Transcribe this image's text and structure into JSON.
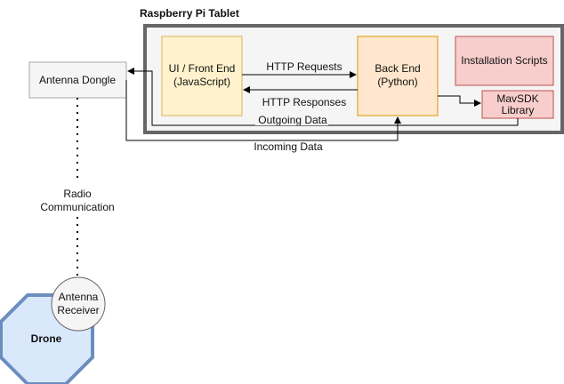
{
  "container": {
    "title": "Raspberry Pi Tablet"
  },
  "nodes": {
    "antenna_dongle": {
      "label": "Antenna Dongle"
    },
    "frontend": {
      "line1": "UI / Front End",
      "line2": "(JavaScript)"
    },
    "backend": {
      "line1": "Back End",
      "line2": "(Python)"
    },
    "install": {
      "label": "Installation Scripts"
    },
    "mavsdk": {
      "line1": "MavSDK",
      "line2": "Library"
    },
    "drone": {
      "label": "Drone"
    },
    "receiver": {
      "line1": "Antenna",
      "line2": "Receiver"
    }
  },
  "edges": {
    "http_requests": "HTTP Requests",
    "http_responses": "HTTP Responses",
    "outgoing": "Outgoing Data",
    "incoming": "Incoming Data",
    "radio_line1": "Radio",
    "radio_line2": "Communication"
  },
  "colors": {
    "container_border": "#666666",
    "container_fill": "#f5f5f5",
    "dongle_fill": "#f5f5f5",
    "dongle_border": "#a6a6a6",
    "yellow_fill": "#fff2cc",
    "yellow_border": "#d6b656",
    "orange_fill": "#ffe6cc",
    "orange_border": "#d79b00",
    "red_fill": "#f8cecc",
    "red_border": "#b85450",
    "drone_fill": "#dae8fc",
    "drone_border": "#6c8ebf",
    "receiver_fill": "#f5f5f5",
    "receiver_border": "#666666",
    "line": "#000000"
  }
}
